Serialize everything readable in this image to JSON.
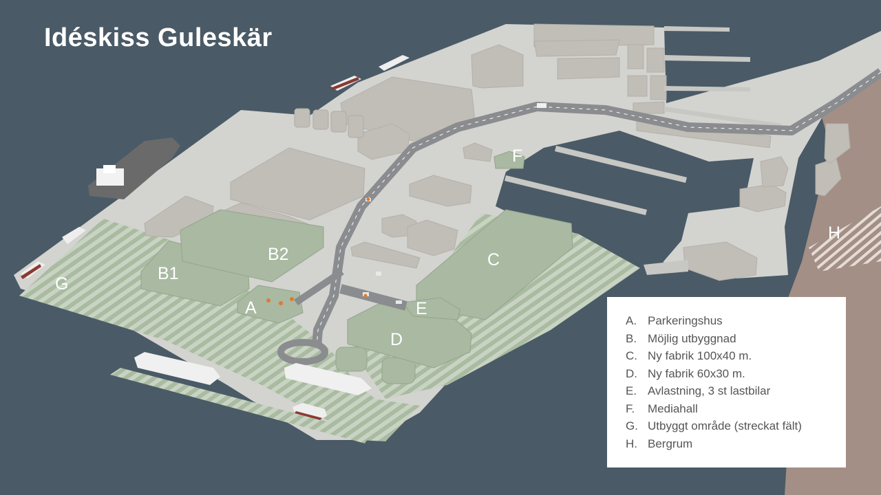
{
  "title": "Idéskiss Guleskär",
  "colors": {
    "water": "#4a5a66",
    "land": "#d3d3d0",
    "building": "#c1beb7",
    "new_building": "#a9b9a2",
    "hatched_area": "#a9bba0",
    "road": "#8a8c8f",
    "rock": "#a38f86",
    "legend_bg": "#ffffff"
  },
  "map_labels": [
    {
      "id": "a",
      "text": "A"
    },
    {
      "id": "b1",
      "text": "B1"
    },
    {
      "id": "b2",
      "text": "B2"
    },
    {
      "id": "c",
      "text": "C"
    },
    {
      "id": "d",
      "text": "D"
    },
    {
      "id": "e",
      "text": "E"
    },
    {
      "id": "f",
      "text": "F"
    },
    {
      "id": "g",
      "text": "G"
    },
    {
      "id": "h",
      "text": "H"
    }
  ],
  "legend": [
    {
      "key": "A.",
      "text": "Parkeringshus"
    },
    {
      "key": "B.",
      "text": "Möjlig utbyggnad"
    },
    {
      "key": "C.",
      "text": "Ny fabrik 100x40 m."
    },
    {
      "key": "D.",
      "text": "Ny fabrik 60x30 m."
    },
    {
      "key": "E.",
      "text": "Avlastning, 3 st lastbilar"
    },
    {
      "key": "F.",
      "text": "Mediahall"
    },
    {
      "key": "G.",
      "text": "Utbyggt område (streckat fält)"
    },
    {
      "key": "H.",
      "text": "Bergrum"
    }
  ]
}
